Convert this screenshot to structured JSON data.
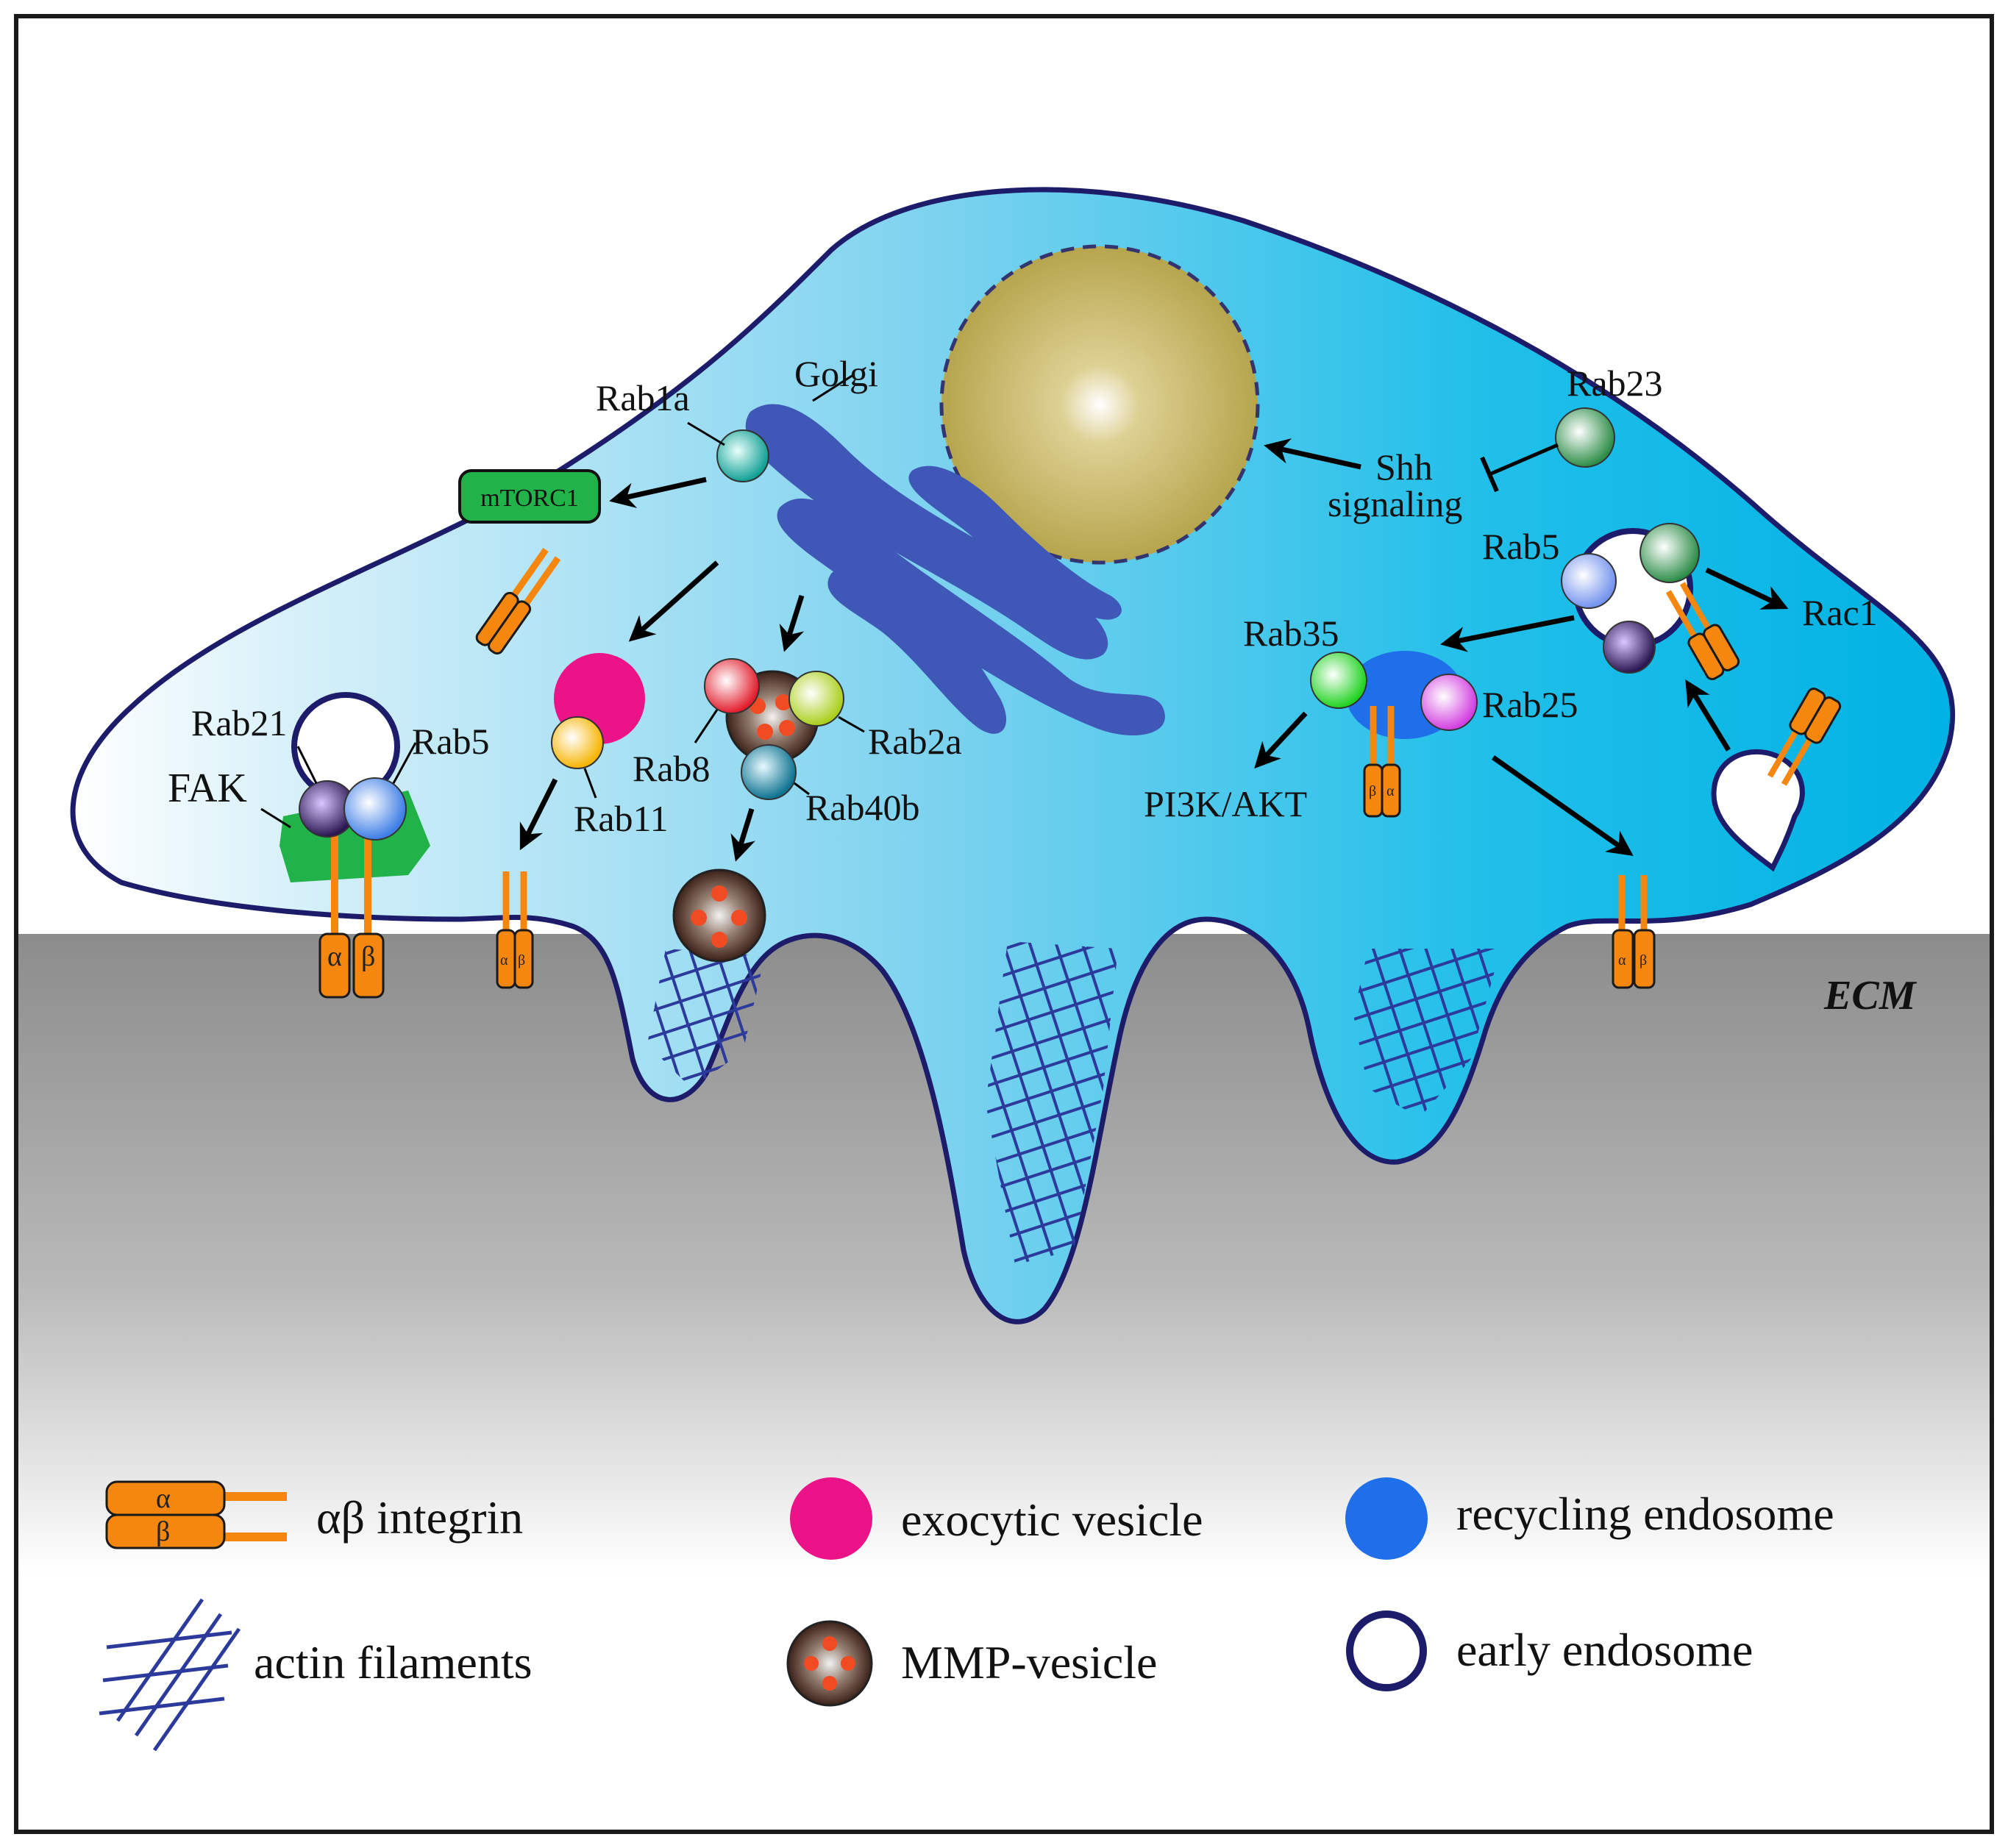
{
  "labels": {
    "golgi": "Golgi",
    "rab1a": "Rab1a",
    "mtorc1": "mTORC1",
    "rab21": "Rab21",
    "rab5_left": "Rab5",
    "fak": "FAK",
    "rab11": "Rab11",
    "rab8": "Rab8",
    "rab2a": "Rab2a",
    "rab40b": "Rab40b",
    "rab23": "Rab23",
    "shh": "Shh",
    "signaling": "signaling",
    "rab5_right": "Rab5",
    "rac1": "Rac1",
    "rab35": "Rab35",
    "rab25": "Rab25",
    "pi3k": "PI3K/AKT",
    "ecm": "ECM"
  },
  "greek": {
    "alpha": "α",
    "beta": "β"
  },
  "legend": {
    "integrin": "αβ integrin",
    "exocytic": "exocytic vesicle",
    "recycling": "recycling endosome",
    "actin": "actin filaments",
    "mmp": "MMP-vesicle",
    "early": "early endosome"
  },
  "colors": {
    "cell_outline": "#1c1c6b",
    "cell_light": "#e8f6fb",
    "cell_dark": "#00b4e6",
    "ecm_top": "#8f8f8f",
    "nucleus": "#b7a84e",
    "golgi": "#3f57b6",
    "integrin": "#f5870f",
    "exocytic_vesicle": "#ec1287",
    "recycling_endosome": "#1f6fea",
    "mmp_vesicle": "#4a2c22",
    "fak": "#22b24a",
    "mtorc1": "#22b24a"
  }
}
